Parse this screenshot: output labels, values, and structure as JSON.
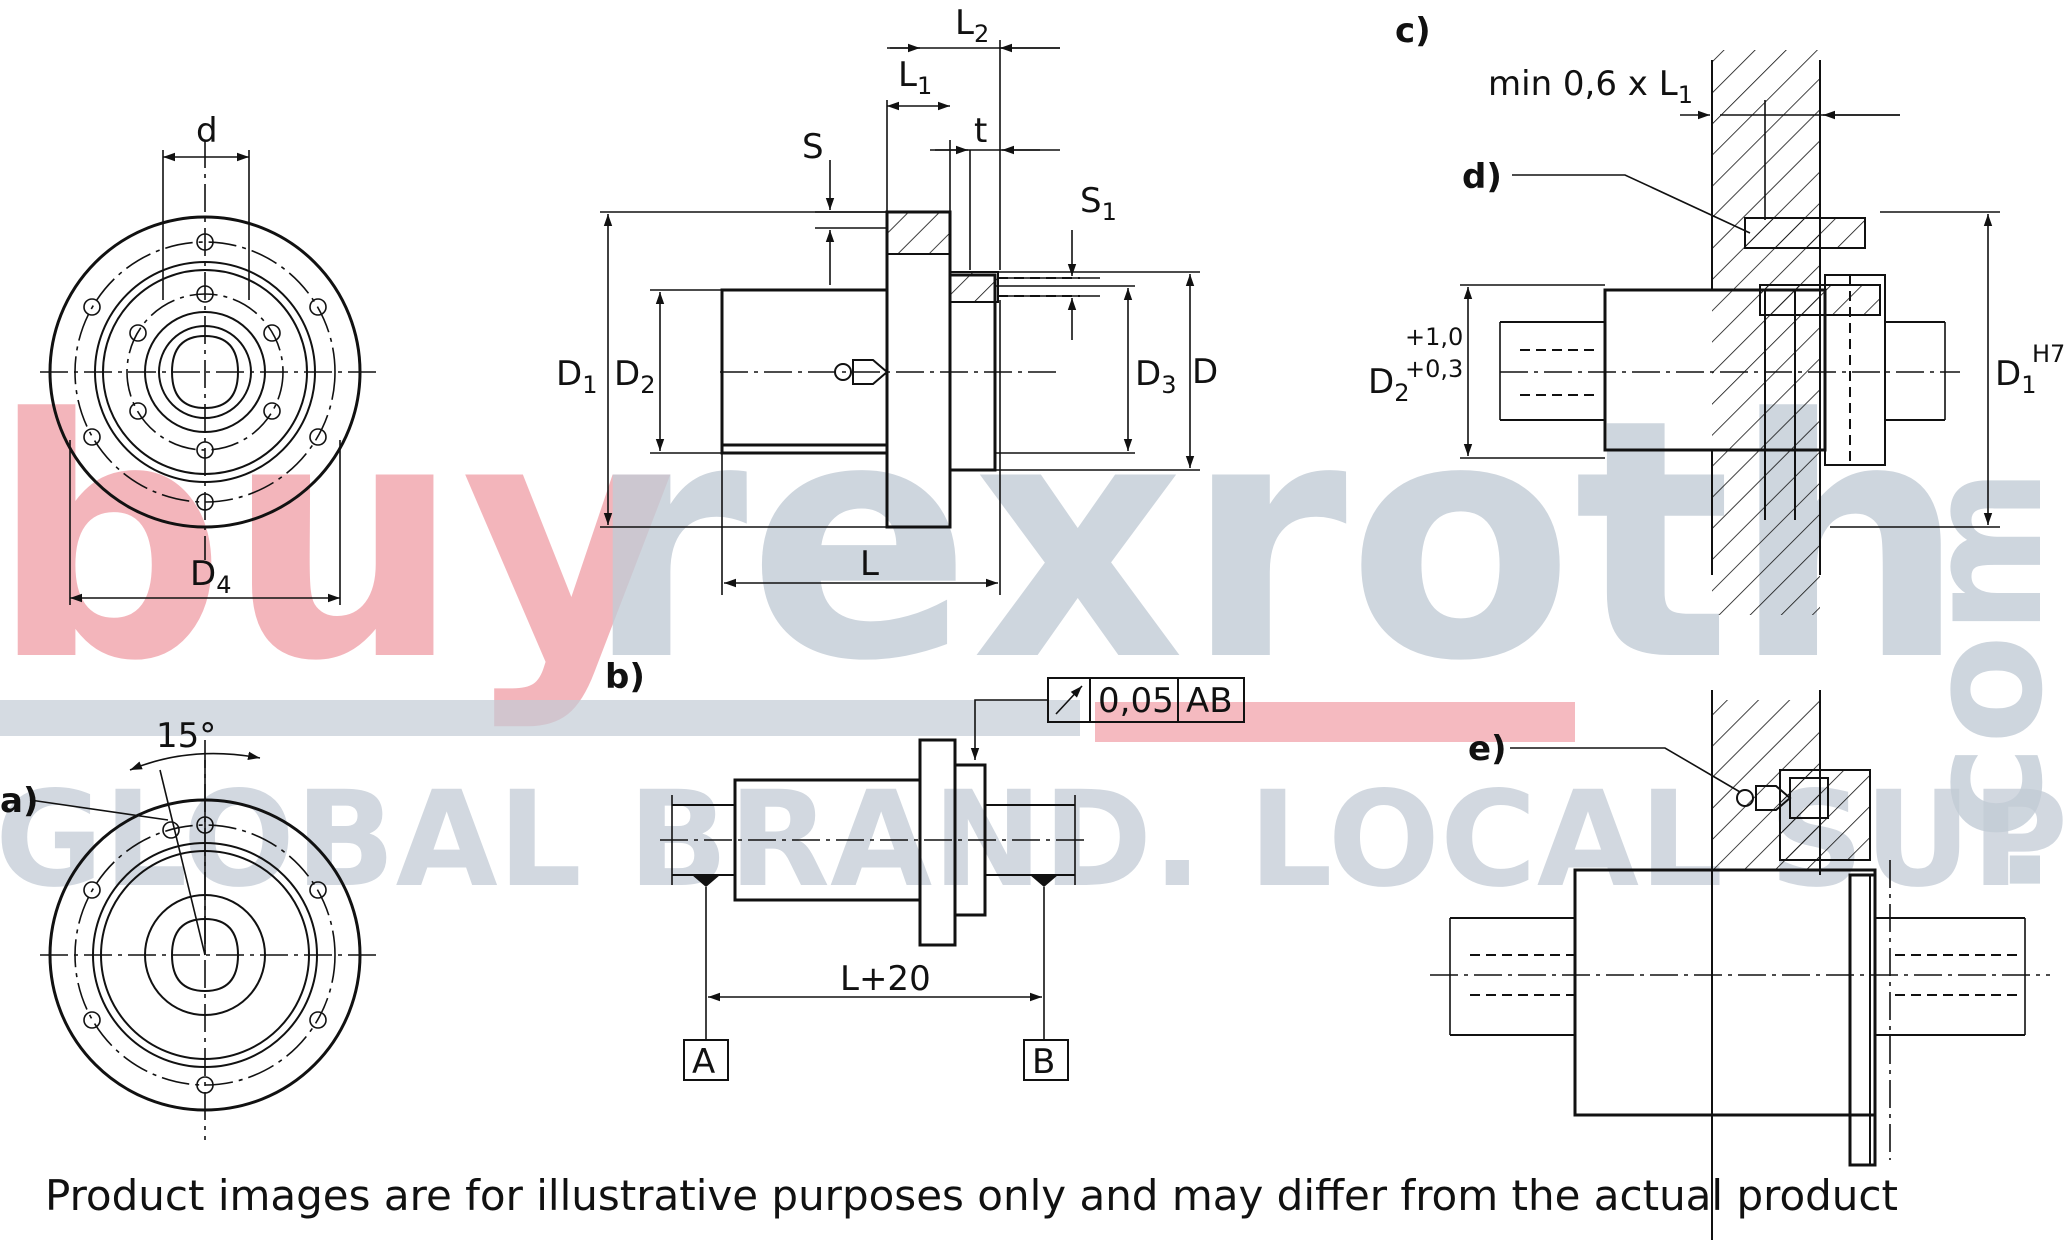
{
  "watermark": {
    "brand_part1": "buy",
    "brand_part2": "rexroth",
    "domain_suffix": ".com",
    "tagline": "GLOBAL BRAND. LOCAL SUPPORT.",
    "colors": {
      "brand_red": "#f2a9b0",
      "brand_gray": "#c3ccd6"
    }
  },
  "views": {
    "front": {
      "d": "d",
      "D4": "D",
      "D4_sub": "4"
    },
    "side": {
      "L2": "L",
      "L2_sub": "2",
      "L1": "L",
      "L1_sub": "1",
      "S": "S",
      "t": "t",
      "S1": "S",
      "S1_sub": "1",
      "D1": "D",
      "D1_sub": "1",
      "D2": "D",
      "D2_sub": "2",
      "D3": "D",
      "D3_sub": "3",
      "D": "D",
      "L": "L"
    },
    "a": {
      "tag": "a)",
      "angle": "15°"
    },
    "b": {
      "tag": "b)",
      "tolerance_value": "0,05",
      "tolerance_datums": "AB",
      "dim": "L+20",
      "datum_a": "A",
      "datum_b": "B"
    },
    "c": {
      "tag": "c)",
      "min_label": "min 0,6 x L",
      "min_sub": "1",
      "D2": "D",
      "D2_sub": "2",
      "D2_tol_upper": "+1,0",
      "D2_tol_lower": "+0,3",
      "D1": "D",
      "D1_sub": "1",
      "D1_fit": "H7"
    },
    "d": {
      "tag": "d)"
    },
    "e": {
      "tag": "e)"
    }
  },
  "disclaimer": "Product images are for illustrative purposes only and may differ from the actual product"
}
